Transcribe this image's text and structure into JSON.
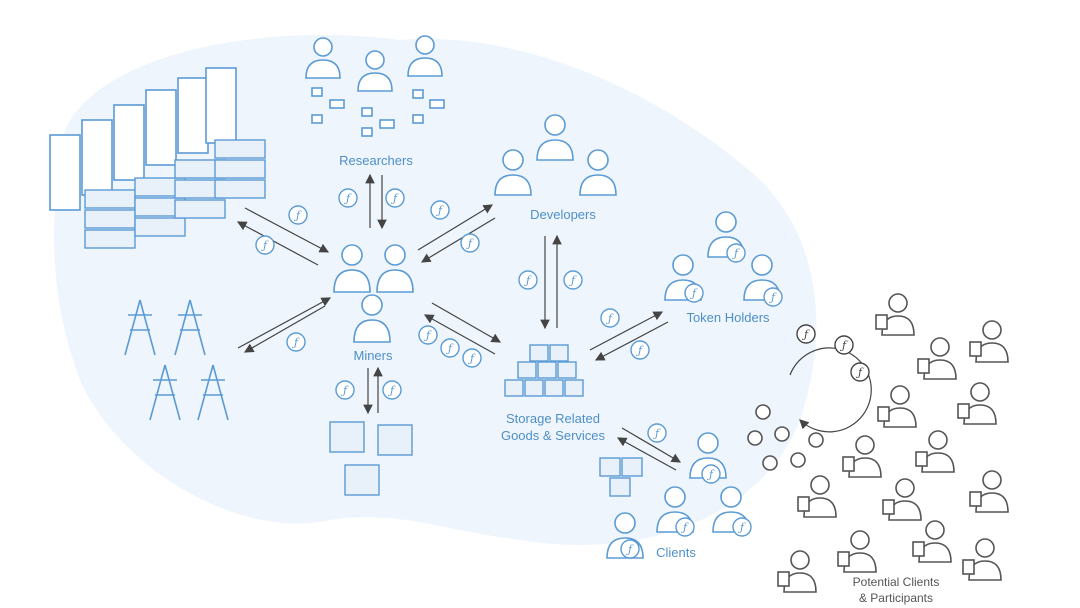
{
  "nodes": {
    "researchers": "Researchers",
    "developers": "Developers",
    "token_holders": "Token Holders",
    "miners": "Miners",
    "storage_line1": "Storage Related",
    "storage_line2": "Goods & Services",
    "clients": "Clients",
    "potential_line1": "Potential Clients",
    "potential_line2": "& Participants"
  },
  "token_symbol": "ƒ",
  "colors": {
    "accent": "#5b9bd5",
    "label": "#4f8fc9",
    "blob": "#eef5fc",
    "dark": "#555555"
  }
}
